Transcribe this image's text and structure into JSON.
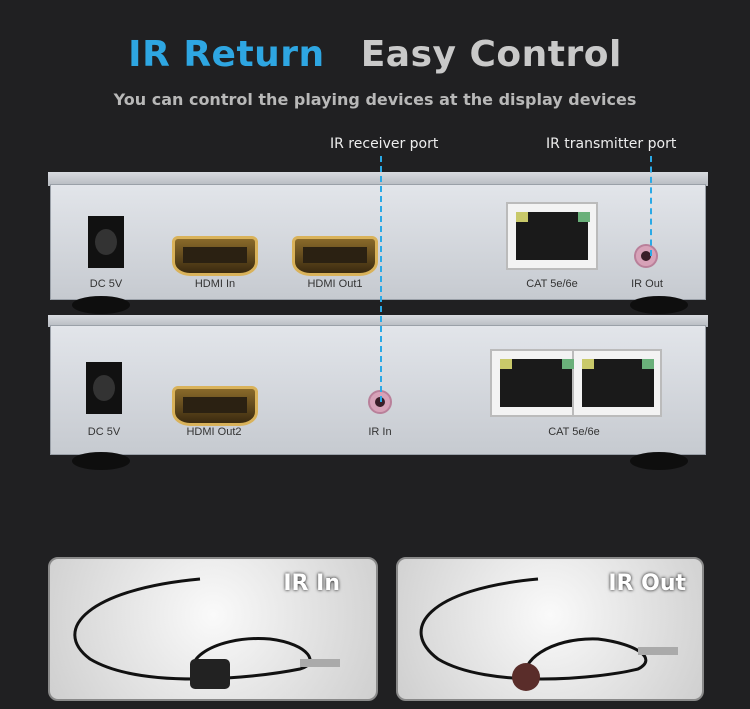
{
  "header": {
    "title_accent": "IR Return",
    "title_main": "Easy Control",
    "subtitle": "You can control the playing devices at the display devices"
  },
  "callouts": {
    "ir_receiver": "IR receiver port",
    "ir_transmitter": "IR transmitter port"
  },
  "top_unit": {
    "labels": [
      "DC 5V",
      "HDMI In",
      "HDMI Out1",
      "CAT 5e/6e",
      "IR Out"
    ]
  },
  "bottom_unit": {
    "labels": [
      "DC 5V",
      "HDMI Out2",
      "IR In",
      "CAT 5e/6e"
    ]
  },
  "products": [
    {
      "label": "IR In"
    },
    {
      "label": "IR Out"
    }
  ],
  "colors": {
    "accent": "#2ea6e2",
    "background": "#202022"
  }
}
